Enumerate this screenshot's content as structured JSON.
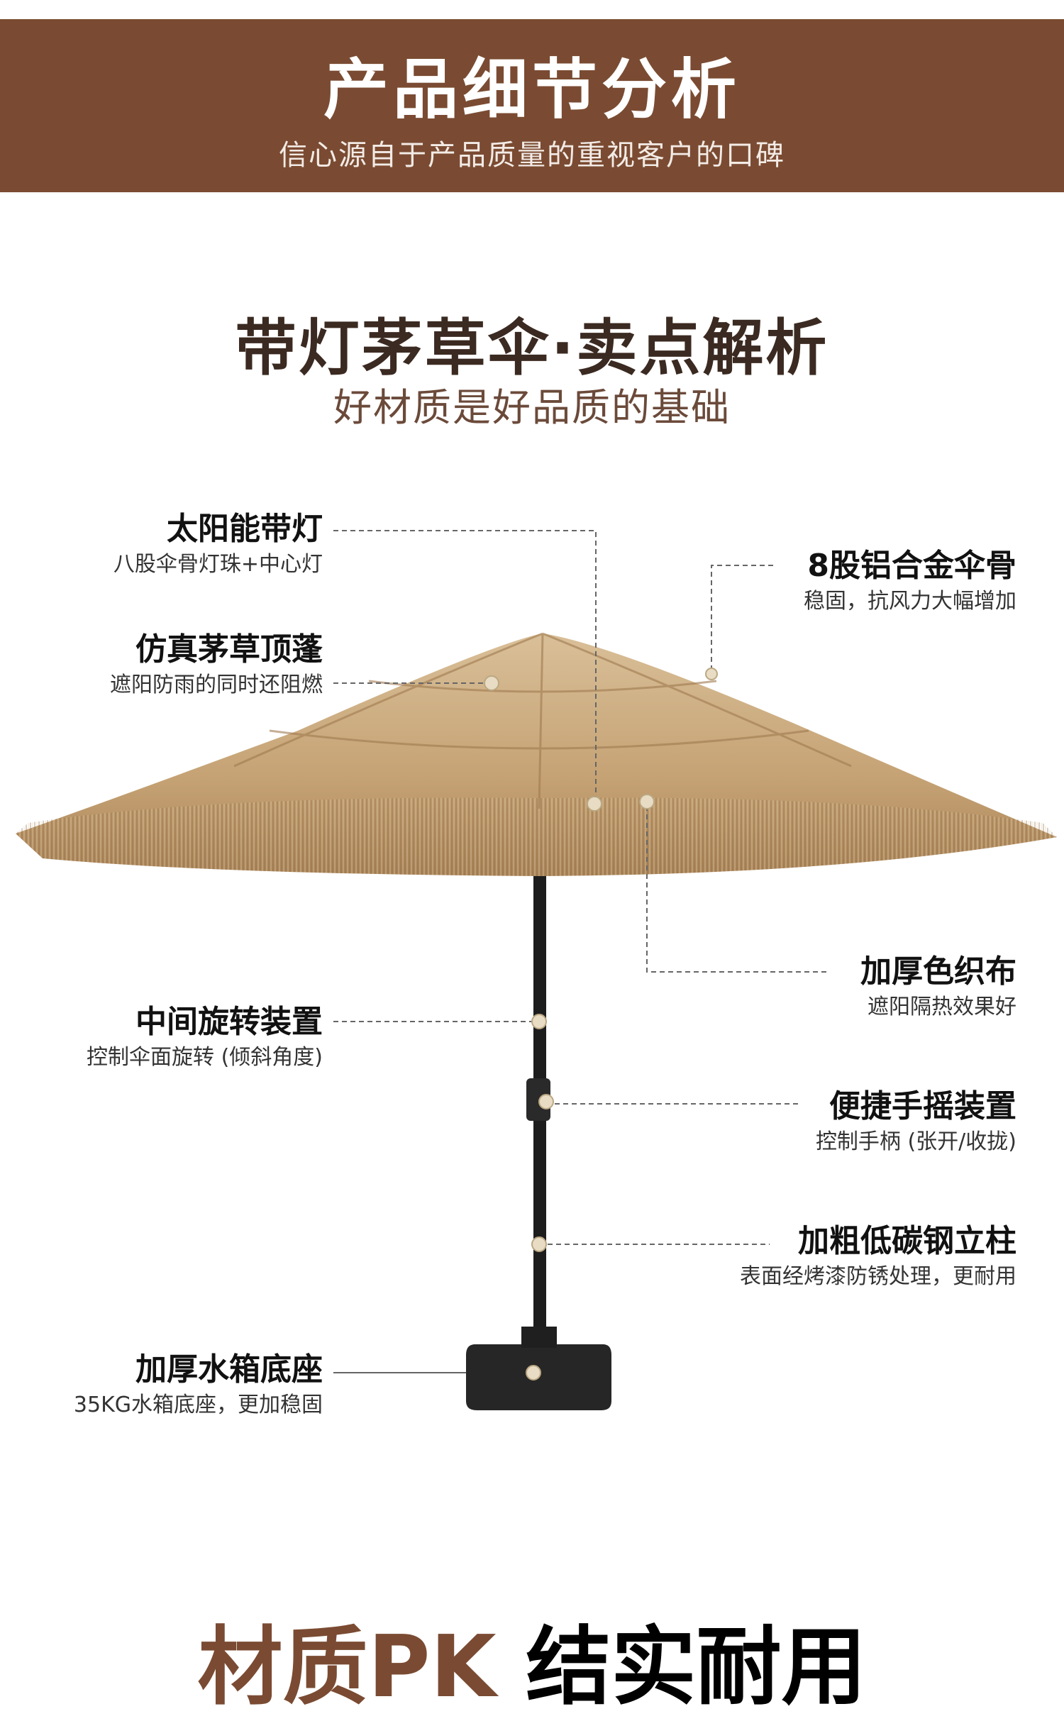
{
  "header": {
    "title": "产品细节分析",
    "subtitle": "信心源自于产品质量的重视客户的口碑",
    "band_color": "#7a4b32"
  },
  "section": {
    "title": "带灯茅草伞·卖点解析",
    "subtitle": "好材质是好品质的基础"
  },
  "features": [
    {
      "title": "太阳能带灯",
      "desc": "八股伞骨灯珠+中心灯"
    },
    {
      "title": "仿真茅草顶蓬",
      "desc": "遮阳防雨的同时还阻燃"
    },
    {
      "title": "8股铝合金伞骨",
      "desc": "稳固，抗风力大幅增加"
    },
    {
      "title": "加厚色织布",
      "desc": "遮阳隔热效果好"
    },
    {
      "title": "中间旋转装置",
      "desc": "控制伞面旋转 (倾斜角度)"
    },
    {
      "title": "便捷手摇装置",
      "desc": "控制手柄 (张开/收拢)"
    },
    {
      "title": "加粗低碳钢立柱",
      "desc": "表面经烤漆防锈处理，更耐用"
    },
    {
      "title": "加厚水箱底座",
      "desc": "35KG水箱底座，更加稳固"
    }
  ],
  "bottom_heading": {
    "part1": "材质PK",
    "part2": "结实耐用"
  },
  "product_image": "thatch-umbrella-with-lights"
}
